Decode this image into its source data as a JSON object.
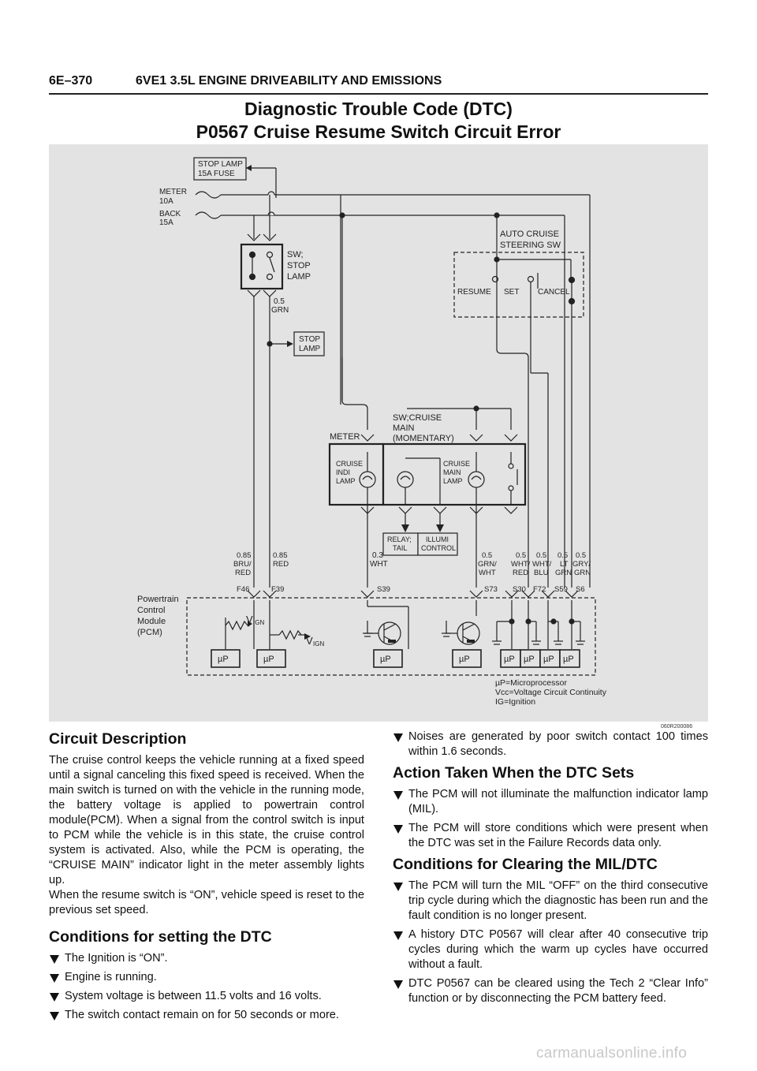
{
  "header": {
    "page_number": "6E–370",
    "section_title": "6VE1 3.5L ENGINE DRIVEABILITY AND EMISSIONS"
  },
  "title": {
    "line1": "Diagnostic Trouble Code (DTC)",
    "line2": "P0567 Cruise Resume Switch Circuit Error"
  },
  "diagram": {
    "stop_lamp_fuse": [
      "STOP LAMP",
      "15A FUSE"
    ],
    "meter_fuse": [
      "METER",
      "10A"
    ],
    "back_fuse": [
      "BACK",
      "15A"
    ],
    "sw_stop_lamp": [
      "SW;",
      "STOP",
      "LAMP"
    ],
    "wire_grn": [
      "0.5",
      "GRN"
    ],
    "stop_lamp": [
      "STOP",
      "LAMP"
    ],
    "auto_cruise": [
      "AUTO CRUISE",
      "STEERING SW"
    ],
    "resume": "RESUME",
    "set": "SET",
    "cancel": "CANCEL",
    "sw_cruise_main": [
      "SW;CRUISE",
      "MAIN",
      "(MOMENTARY)"
    ],
    "meter": "METER",
    "cruise_indi": [
      "CRUISE",
      "INDI",
      "LAMP"
    ],
    "cruise_main_lamp": [
      "CRUISE",
      "MAIN",
      "LAMP"
    ],
    "relay_tail": [
      "RELAY;",
      "TAIL"
    ],
    "illumi": [
      "ILLUMI",
      "CONTROL"
    ],
    "wires": [
      [
        "0.85",
        "BRU/",
        "RED"
      ],
      [
        "0.85",
        "RED"
      ],
      [
        "0.3",
        "WHT"
      ],
      [
        "0.5",
        "GRN/",
        "WHT"
      ],
      [
        "0.5",
        "WHT/",
        "RED"
      ],
      [
        "0.5",
        "WHT/",
        "BLU"
      ],
      [
        "0.5",
        "LT",
        "GRN"
      ],
      [
        "0.5",
        "GRY/",
        "GRN"
      ]
    ],
    "pins": [
      "F46",
      "F39",
      "S39",
      "S73",
      "S30",
      "F72",
      "S59",
      "S6"
    ],
    "pcm": [
      "Powertrain",
      "Control",
      "Module",
      "(PCM)"
    ],
    "vign": "V",
    "vign_sub": "IGN",
    "up": "µP",
    "legend": [
      "µP=Microprocessor",
      "Vcc=Voltage Circuit Continuity",
      "IG=Ignition"
    ],
    "code": "060R200086"
  },
  "circuit_description": {
    "heading": "Circuit Description",
    "para1": "The cruise control keeps the vehicle running at a fixed speed until a signal canceling this fixed speed is received. When the main switch is turned on with the vehicle in the running mode, the battery voltage is applied to powertrain control module(PCM). When a signal from the control switch is input to PCM while the vehicle is in this state, the cruise control system is activated. Also, while the PCM is operating, the “CRUISE MAIN” indicator light in the meter assembly lights up.",
    "para2": "When the resume switch is “ON”, vehicle speed is reset to the previous set speed."
  },
  "conditions_setting": {
    "heading": "Conditions for setting the DTC",
    "items": [
      "The Ignition is “ON”.",
      "Engine is running.",
      "System voltage is between 11.5 volts and 16 volts.",
      "The switch contact remain on for 50 seconds or more.",
      "Noises are generated by poor switch contact 100 times within 1.6 seconds."
    ]
  },
  "action_taken": {
    "heading": "Action Taken When the DTC Sets",
    "items": [
      "The PCM will not illuminate the malfunction indicator lamp (MIL).",
      "The PCM will store conditions which were present when the DTC was set in the Failure Records data only."
    ]
  },
  "clearing": {
    "heading": "Conditions for Clearing the MIL/DTC",
    "items": [
      "The PCM will turn the MIL “OFF” on the third consecutive trip cycle during which the diagnostic has been run and the fault condition is no longer present.",
      "A history DTC P0567 will clear after 40 consecutive trip cycles during which the warm up cycles have occurred without a fault.",
      "DTC P0567 can be cleared using the Tech 2 “Clear Info” function or by disconnecting the PCM battery feed."
    ]
  },
  "watermark": "carmanualsonline.info"
}
